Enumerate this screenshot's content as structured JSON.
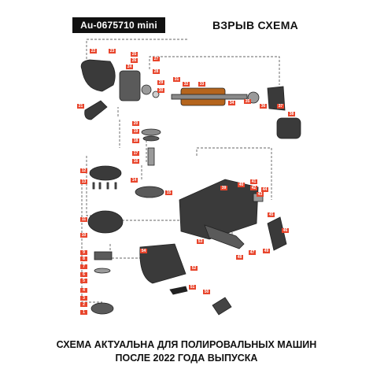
{
  "header": {
    "model": "Au-0675710 mini",
    "title": "ВЗРЫВ СХЕМА"
  },
  "footer": {
    "line1": "СХЕМА АКТУАЛЬНА ДЛЯ ПОЛИРОВАЛЬНЫХ МАШИН",
    "line2": "ПОСЛЕ 2022 ГОДА ВЫПУСКА"
  },
  "labels": [
    "22",
    "23",
    "25",
    "26",
    "24",
    "27",
    "28",
    "29",
    "30",
    "31",
    "32",
    "33",
    "34",
    "35",
    "36",
    "37",
    "38",
    "21",
    "20",
    "19",
    "18",
    "17",
    "16",
    "12",
    "13",
    "14",
    "15",
    "11",
    "10",
    "9",
    "8",
    "7",
    "6",
    "5",
    "4",
    "3",
    "2",
    "1",
    "39",
    "40",
    "41",
    "42",
    "43",
    "44",
    "45",
    "46",
    "47",
    "48",
    "49",
    "50",
    "51",
    "52",
    "53",
    "54"
  ],
  "colors": {
    "accent": "#e8452c",
    "badge": "#111111",
    "part_dark": "#3a3a3a",
    "part_light": "#9a9a9a"
  }
}
